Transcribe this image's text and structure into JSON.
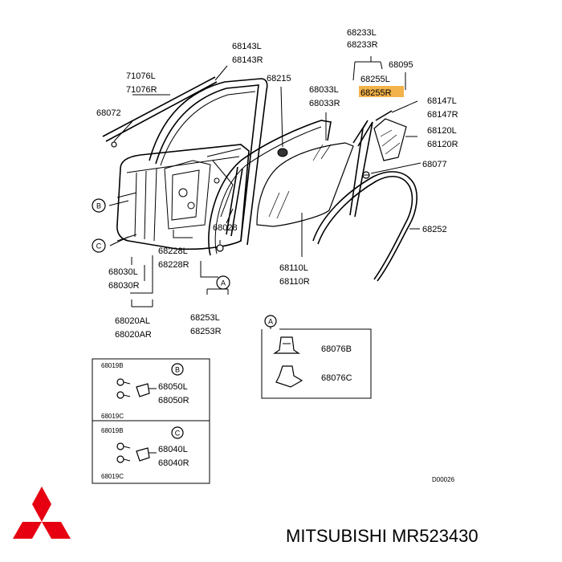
{
  "labels": {
    "p68233L": "68233L",
    "p68233R": "68233R",
    "p68095": "68095",
    "p68255L": "68255L",
    "p68255R": "68255R",
    "p68147L": "68147L",
    "p68147R": "68147R",
    "p68120L": "68120L",
    "p68120R": "68120R",
    "p68077": "68077",
    "p68252": "68252",
    "p68143L": "68143L",
    "p68143R": "68143R",
    "p68215": "68215",
    "p68033L": "68033L",
    "p68033R": "68033R",
    "p71076L": "71076L",
    "p71076R": "71076R",
    "p68072": "68072",
    "p68028": "68028",
    "p68228L": "68228L",
    "p68228R": "68228R",
    "p68030L": "68030L",
    "p68030R": "68030R",
    "p68020AL": "68020AL",
    "p68020AR": "68020AR",
    "p68253L": "68253L",
    "p68253R": "68253R",
    "p68110L": "68110L",
    "p68110R": "68110R",
    "p68076B": "68076B",
    "p68076C": "68076C",
    "p68019B_1": "68019B",
    "p68019C_1": "68019C",
    "p68050L": "68050L",
    "p68050R": "68050R",
    "p68019B_2": "68019B",
    "p68019C_2": "68019C",
    "p68040L": "68040L",
    "p68040R": "68040R",
    "callout_A": "A",
    "callout_B": "B",
    "callout_C": "C",
    "diagram_code": "D00026"
  },
  "footer": {
    "brand_caption": "MITSUBISHI MR523430"
  },
  "colors": {
    "highlight": "#f3b24a",
    "logo_red": "#e60012",
    "line": "#000000"
  },
  "icons": [
    "mitsubishi-logo-icon"
  ]
}
